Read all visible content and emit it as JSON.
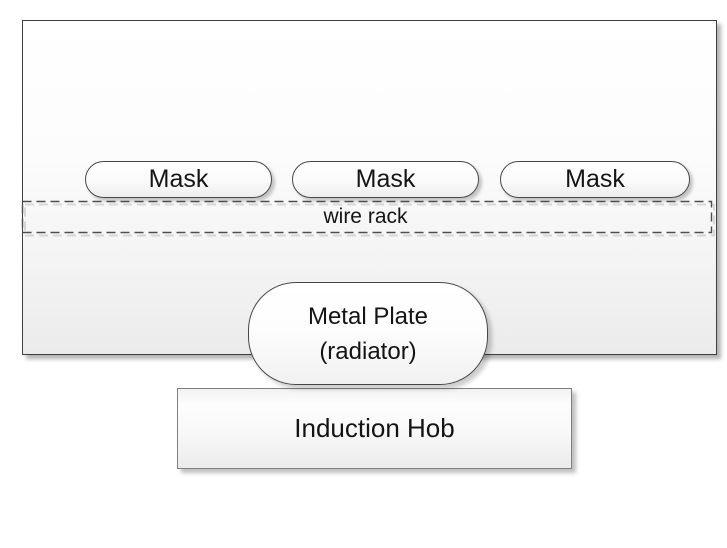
{
  "colors": {
    "background": "#ffffff",
    "box_border": "#3f3f3f",
    "shape_border": "#474747",
    "hob_border": "#7f7f7f",
    "dash_border": "#4d4d4d",
    "text": "#141414"
  },
  "diagram": {
    "masks": [
      {
        "label": "Mask"
      },
      {
        "label": "Mask"
      },
      {
        "label": "Mask"
      }
    ],
    "wire_rack": {
      "label": "wire rack"
    },
    "metal_plate": {
      "line1": "Metal Plate",
      "line2": "(radiator)"
    },
    "induction_hob": {
      "label": "Induction Hob"
    }
  }
}
